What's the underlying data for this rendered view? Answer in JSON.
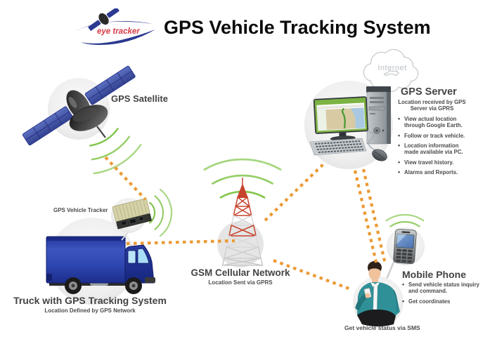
{
  "header": {
    "logo_text": "eye tracker",
    "title": "GPS Vehicle Tracking System"
  },
  "satellite": {
    "label": "GPS Satellite"
  },
  "tracker": {
    "label": "GPS Vehicle Tracker"
  },
  "truck": {
    "title": "Truck with GPS Tracking System",
    "subtitle": "Location Defined by GPS Network"
  },
  "gsm_network": {
    "title": "GSM Cellular Network",
    "subtitle": "Location Sent via GPRS"
  },
  "internet_cloud": {
    "label": "Internet"
  },
  "gps_server": {
    "title": "GPS Server",
    "subtitle": "Location received by GPS Server via GPRS",
    "bullets": [
      "View actual location through Google Earth.",
      "Follow or track vehicle.",
      "Location information made available via PC.",
      "View travel history.",
      "Alarms and Reports."
    ]
  },
  "mobile_phone": {
    "title": "Mobile Phone",
    "bullets": [
      "Send vehicle status inquiry and command.",
      "Get coordinates"
    ]
  },
  "user": {
    "caption": "Get vehicle status via SMS"
  },
  "colors": {
    "accent_orange": "#EB9A34",
    "signal_green": "#7CC242",
    "logo_red": "#D93A45",
    "logo_blue": "#2B3990",
    "truck_blue": "#2F4BA8",
    "tower_red": "#C7432C",
    "shirt_teal": "#2F9097",
    "text_gray": "#4B4B4B"
  }
}
